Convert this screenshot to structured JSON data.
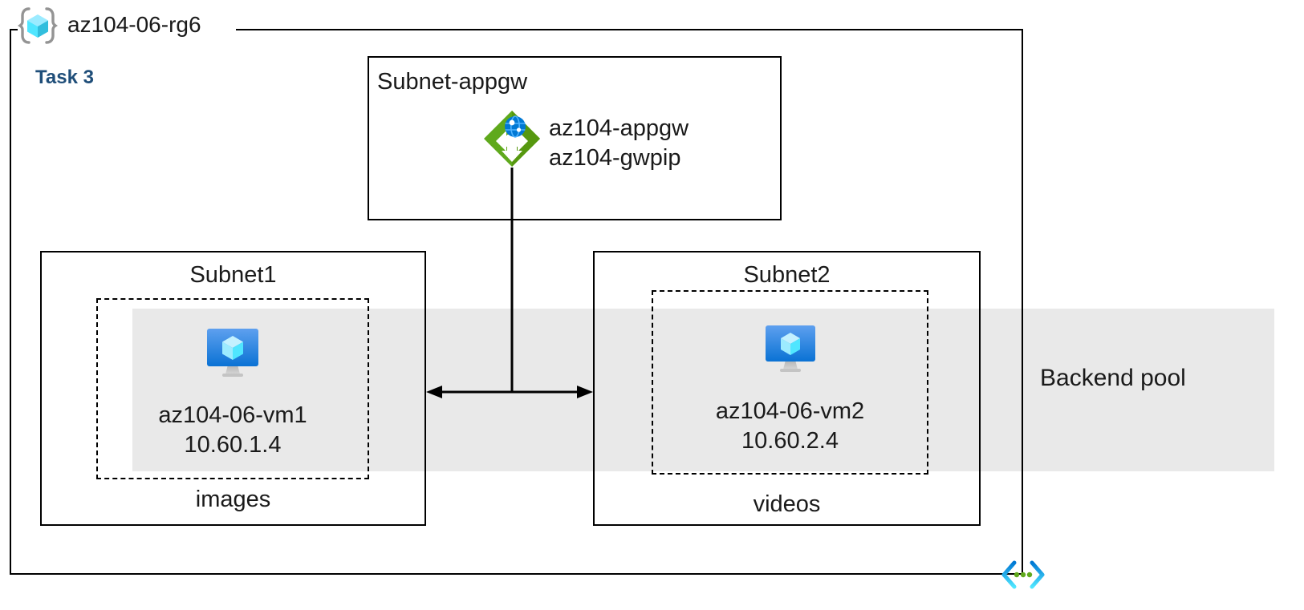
{
  "diagram": {
    "resource_group": {
      "name": "az104-06-rg6",
      "icon": "resource-group-cube-icon"
    },
    "task_label": "Task 3",
    "backend_pool": {
      "label": "Backend pool",
      "band_color": "#e9e9e9"
    },
    "subnets": [
      {
        "id": "subnet-appgw",
        "title": "Subnet-appgw",
        "title_align": "left",
        "resources": [
          {
            "icon": "application-gateway-icon",
            "icon_color": "#59a616",
            "names": [
              "az104-appgw",
              "az104-gwpip"
            ]
          }
        ]
      },
      {
        "id": "subnet1",
        "title": "Subnet1",
        "title_align": "center",
        "vm": {
          "icon": "virtual-machine-icon",
          "name": "az104-06-vm1",
          "ip": "10.60.1.4"
        },
        "storage_label": "images"
      },
      {
        "id": "subnet2",
        "title": "Subnet2",
        "title_align": "center",
        "vm": {
          "icon": "virtual-machine-icon",
          "name": "az104-06-vm2",
          "ip": "10.60.2.4"
        },
        "storage_label": "videos"
      }
    ],
    "connectors": [
      {
        "id": "appgw-to-vms",
        "type": "vertical-then-bidirectional-arrow",
        "from": "subnet-appgw",
        "to": [
          "subnet1",
          "subnet2"
        ]
      }
    ],
    "footer_icon": "code-brackets-icon",
    "colors": {
      "task_text": "#1f4e79",
      "stroke": "#000000",
      "band": "#e9e9e9",
      "appgw_green": "#59a616",
      "vm_blue": "#2e8ae6",
      "cube_cyan": "#50e6ff"
    }
  }
}
